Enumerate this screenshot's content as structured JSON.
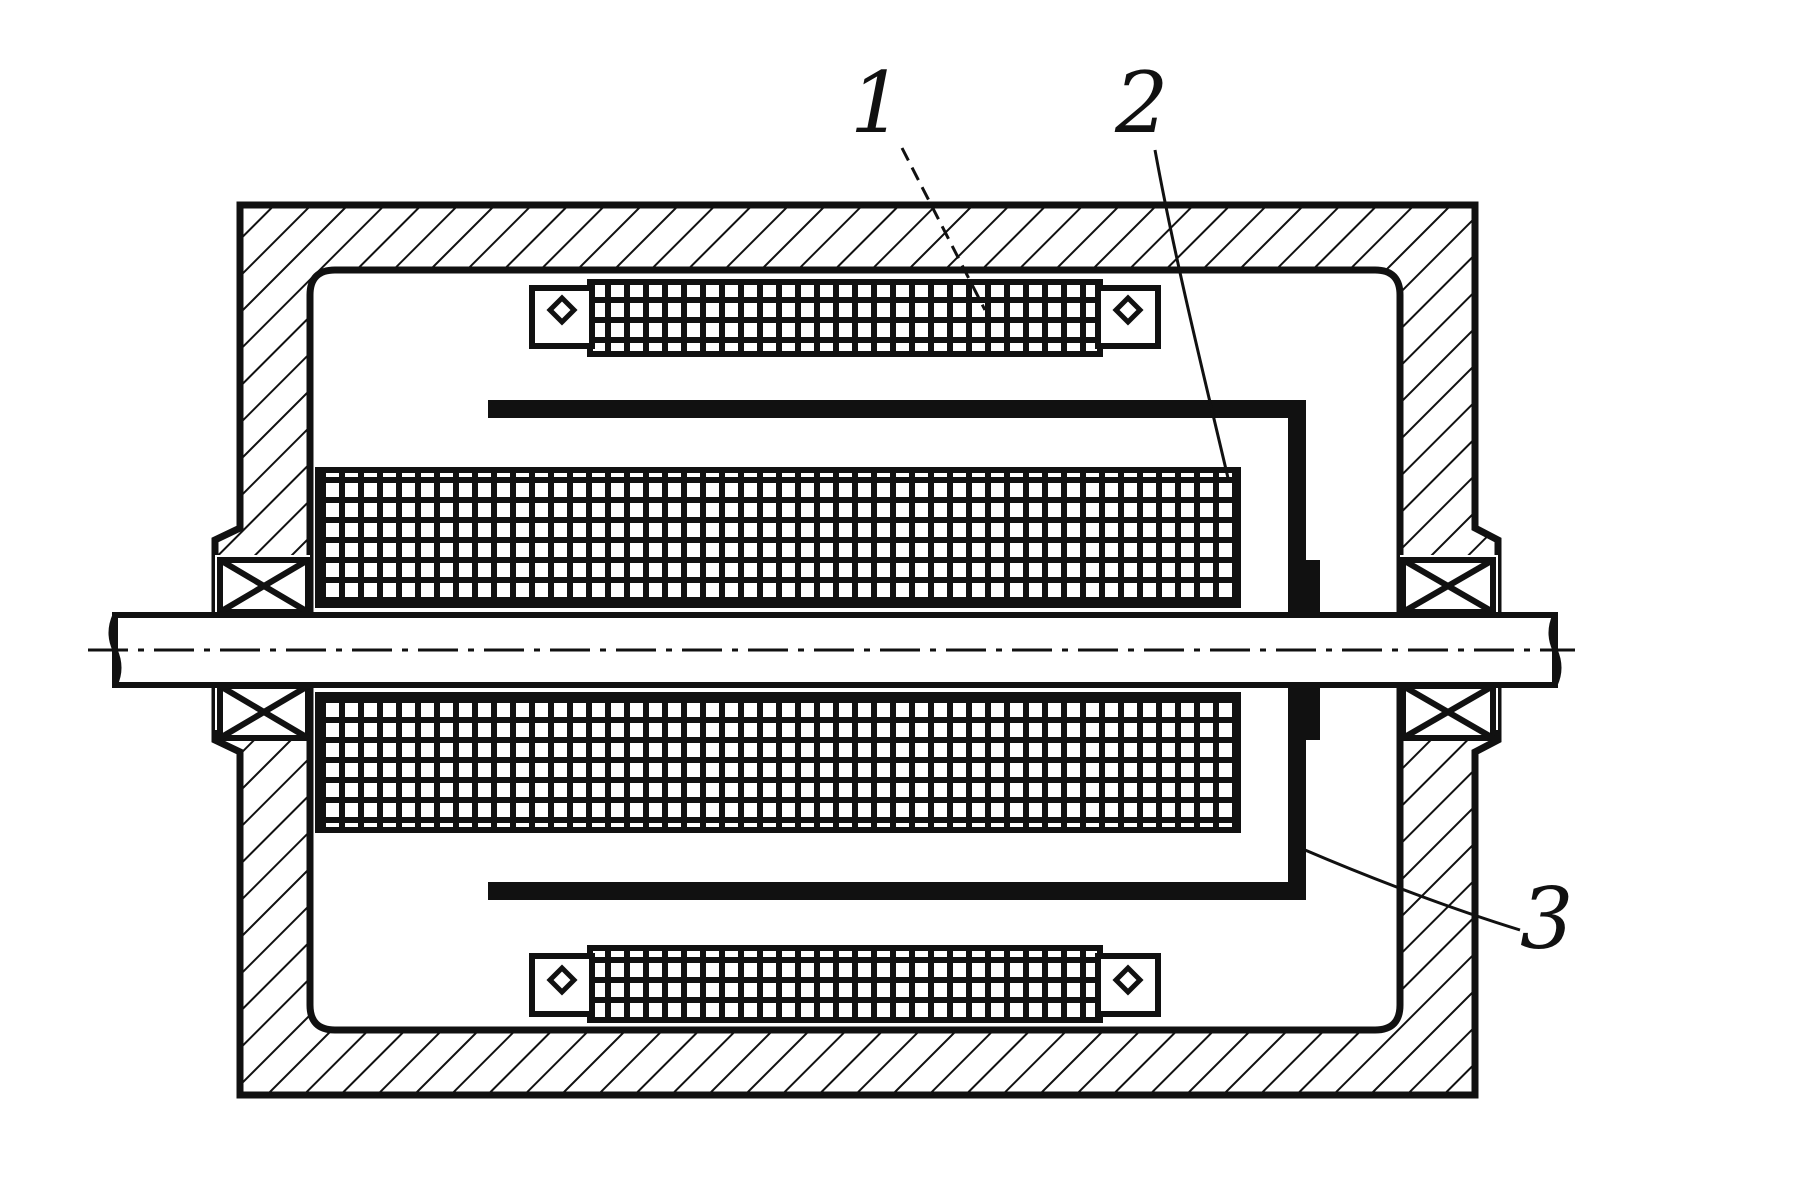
{
  "figure": {
    "type": "cross-section drawing",
    "callouts": [
      {
        "id": "1",
        "label": "1"
      },
      {
        "id": "2",
        "label": "2"
      },
      {
        "id": "3",
        "label": "3"
      }
    ]
  },
  "colors": {
    "ink": "#111111",
    "paper": "#ffffff"
  }
}
